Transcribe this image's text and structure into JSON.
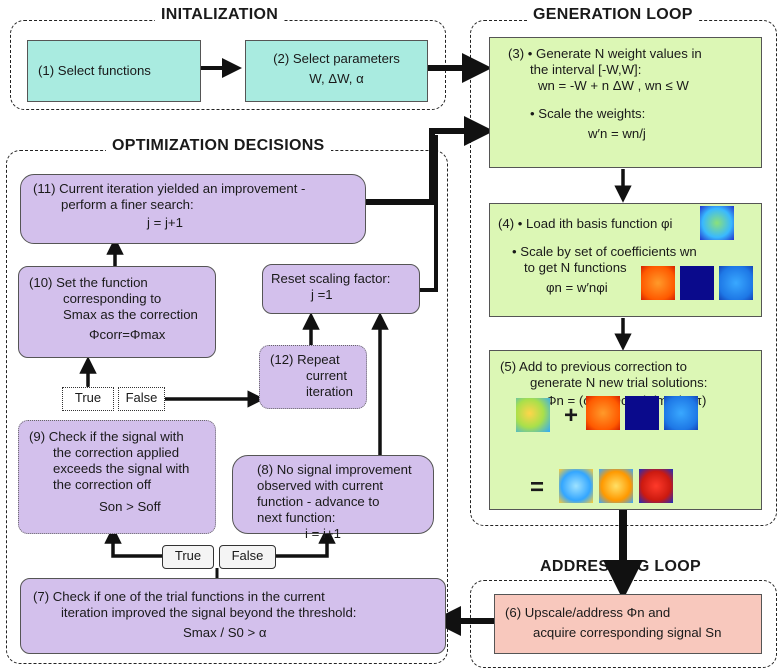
{
  "sections": {
    "initialization": "INITALIZATION",
    "generation": "GENERATION LOOP",
    "optimization": "OPTIMIZATION DECISIONS",
    "addressing": "ADDRESSING LOOP"
  },
  "boxes": {
    "b1": "(1) Select functions",
    "b2_l1": "(2) Select parameters",
    "b2_l2": "W, ΔW, α",
    "b3_l1": "(3)  • Generate N weight values in",
    "b3_l2": "the interval [-W,W]:",
    "b3_l3": "wn = -W + n ΔW ,   wn ≤ W",
    "b3_l4": "• Scale the weights:",
    "b3_l5": "w′n = wn/j",
    "b4_l1": "(4) • Load ith basis function φi",
    "b4_l2": "• Scale by set of coefficients wn",
    "b4_l3": "to get N  functions",
    "b4_l4": "φn = w′nφi",
    "b5_l1": "(5)  Add to previous correction to",
    "b5_l2": "generate N new trial solutions:",
    "b5_l3": "Φn = (φn+ Φcorr) (mod 2π)",
    "b5_plus": "+",
    "b5_eq": "=",
    "b6_l1": "(6)  Upscale/address Φn and",
    "b6_l2": "acquire corresponding signal Sn",
    "b7_l1": "(7)  Check if one of the trial functions in the current",
    "b7_l2": "iteration improved the signal beyond the threshold:",
    "b7_l3": "Smax / S0 > α",
    "b8_l1": "(8) No signal improvement",
    "b8_l2": "observed with current",
    "b8_l3": "function - advance to",
    "b8_l4": "next function:",
    "b8_l5": "i = i+1",
    "b9_l1": "(9)  Check if the signal with",
    "b9_l2": "the correction applied",
    "b9_l3": "exceeds the signal with",
    "b9_l4": "the correction off",
    "b9_l5": "Son > Soff",
    "b10_l1": "(10) Set the function",
    "b10_l2": "corresponding to",
    "b10_l3": "Smax as the correction",
    "b10_l4": "Φcorr=Φmax",
    "b11_l1": "(11)  Current iteration yielded an improvement -",
    "b11_l2": "perform a finer search:",
    "b11_l3": "j = j+1",
    "b12_l1": "(12)  Repeat",
    "b12_l2": "current",
    "b12_l3": "iteration",
    "reset_l1": "Reset scaling factor:",
    "reset_l2": "j =1"
  },
  "decisions": {
    "true_top": "True",
    "false_top": "False",
    "true_bottom": "True",
    "false_bottom": "False"
  },
  "colors": {
    "teal": "#a9ebe0",
    "green": "#dcf7b5",
    "purple": "#d3c0ec",
    "salmon": "#f8c8bd"
  }
}
